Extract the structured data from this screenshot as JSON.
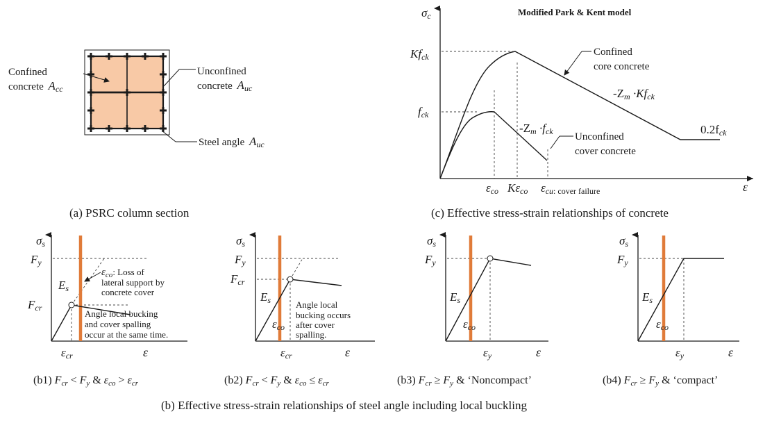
{
  "section_a": {
    "confined_label_1": "Confined",
    "confined_label_2": "concrete",
    "confined_symbol": "A",
    "confined_sub": "cc",
    "unconfined_label_1": "Unconfined",
    "unconfined_label_2": "concrete",
    "unconfined_symbol": "A",
    "unconfined_sub": "uc",
    "steel_label": "Steel angle",
    "steel_symbol": "A",
    "steel_sub": "uc",
    "caption": "(a) PSRC column section",
    "concrete_color": "#f8c9a6"
  },
  "section_c": {
    "title": "Modified Park & Kent model",
    "y_axis": "σ",
    "y_axis_sub": "c",
    "x_axis": "ε",
    "kfck_k": "Kf",
    "kfck_sub": "ck",
    "fck": "f",
    "fck_sub": "ck",
    "confined_1": "Confined",
    "confined_2": "core concrete",
    "unconfined_1": "Unconfined",
    "unconfined_2": "cover concrete",
    "slope_confined": "-Z",
    "slope_confined_m": "m",
    "slope_confined_rest": " ·Kf",
    "slope_confined_ck": "ck",
    "slope_unconfined": "-Z",
    "slope_unconfined_m": "m",
    "slope_unconfined_rest": " ·f",
    "slope_unconfined_ck": "ck",
    "residual": "0.2f",
    "residual_sub": "ck",
    "tick_eco": "ε",
    "tick_eco_sub": "co",
    "tick_keco": "Kε",
    "tick_keco_sub": "co",
    "tick_ecu": "ε",
    "tick_ecu_sub": "cu",
    "tick_ecu_note": ": cover failure",
    "caption": "(c) Effective stress-strain relationships of concrete"
  },
  "section_b": {
    "caption": "(b) Effective stress-strain relationships of steel angle including local buckling",
    "accent_color": "#e07b39",
    "panels": [
      {
        "y_axis": "σ",
        "y_axis_sub": "s",
        "fy": "F",
        "fy_sub": "y",
        "fcr": "F",
        "fcr_sub": "cr",
        "es": "E",
        "es_sub": "s",
        "x_tick": "ε",
        "x_tick_sub": "cr",
        "x_axis": "ε",
        "note_eco": "ε",
        "note_eco_sub": "co",
        "note_1": ": Loss of",
        "note_2": "lateral support by",
        "note_3": "concrete cover",
        "note_b1": "Angle local bucking",
        "note_b2": "and cover spalling",
        "note_b3": "occur at the same time.",
        "cap_prefix": "(b1) ",
        "cap_f": "F",
        "cap_f_sub": "cr",
        "cap_lt": " < ",
        "cap_fy": "F",
        "cap_fy_sub": "y",
        "cap_and": " & ",
        "cap_e": "ε",
        "cap_e_sub": "co",
        "cap_cmp": " > ",
        "cap_e2": "ε",
        "cap_e2_sub": "cr"
      },
      {
        "y_axis": "σ",
        "y_axis_sub": "s",
        "fy": "F",
        "fy_sub": "y",
        "fcr": "F",
        "fcr_sub": "cr",
        "es": "E",
        "es_sub": "s",
        "eco": "ε",
        "eco_sub": "co",
        "x_tick": "ε",
        "x_tick_sub": "cr",
        "x_axis": "ε",
        "note_1": "Angle local",
        "note_2": "bucking occurs",
        "note_3": "after cover",
        "note_4": "spalling.",
        "cap_prefix": "(b2) ",
        "cap_f": "F",
        "cap_f_sub": "cr",
        "cap_lt": " < ",
        "cap_fy": "F",
        "cap_fy_sub": "y",
        "cap_and": " & ",
        "cap_e": "ε",
        "cap_e_sub": "co",
        "cap_cmp": " ≤ ",
        "cap_e2": "ε",
        "cap_e2_sub": "cr"
      },
      {
        "y_axis": "σ",
        "y_axis_sub": "s",
        "fy": "F",
        "fy_sub": "y",
        "es": "E",
        "es_sub": "s",
        "eco": "ε",
        "eco_sub": "co",
        "x_tick": "ε",
        "x_tick_sub": "y",
        "x_axis": "ε",
        "cap_prefix": "(b3) ",
        "cap_f": "F",
        "cap_f_sub": "cr",
        "cap_lt": " ≥ ",
        "cap_fy": "F",
        "cap_fy_sub": "y",
        "cap_rest": " & ‘Noncompact’"
      },
      {
        "y_axis": "σ",
        "y_axis_sub": "s",
        "fy": "F",
        "fy_sub": "y",
        "es": "E",
        "es_sub": "s",
        "eco": "ε",
        "eco_sub": "co",
        "x_tick": "ε",
        "x_tick_sub": "y",
        "x_axis": "ε",
        "cap_prefix": "(b4) ",
        "cap_f": "F",
        "cap_f_sub": "cr",
        "cap_lt": " ≥ ",
        "cap_fy": "F",
        "cap_fy_sub": "y",
        "cap_rest": " & ‘compact’"
      }
    ]
  }
}
